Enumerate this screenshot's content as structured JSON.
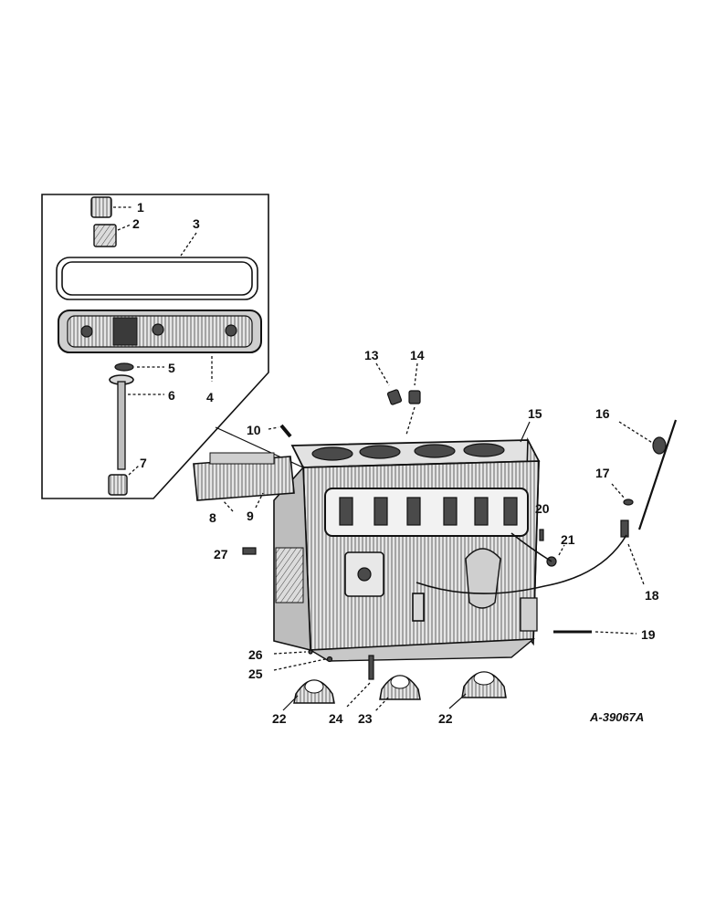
{
  "diagram": {
    "figure_id": "A-39067A",
    "callouts": [
      {
        "key": "c1",
        "text": "1"
      },
      {
        "key": "c2",
        "text": "2"
      },
      {
        "key": "c3",
        "text": "3"
      },
      {
        "key": "c4",
        "text": "4"
      },
      {
        "key": "c5",
        "text": "5"
      },
      {
        "key": "c6",
        "text": "6"
      },
      {
        "key": "c7",
        "text": "7"
      },
      {
        "key": "c8",
        "text": "8"
      },
      {
        "key": "c9",
        "text": "9"
      },
      {
        "key": "c10",
        "text": "10"
      },
      {
        "key": "c13",
        "text": "13"
      },
      {
        "key": "c14",
        "text": "14"
      },
      {
        "key": "c15",
        "text": "15"
      },
      {
        "key": "c16",
        "text": "16"
      },
      {
        "key": "c17",
        "text": "17"
      },
      {
        "key": "c18",
        "text": "18"
      },
      {
        "key": "c19",
        "text": "19"
      },
      {
        "key": "c20",
        "text": "20"
      },
      {
        "key": "c21",
        "text": "21"
      },
      {
        "key": "c22a",
        "text": "22"
      },
      {
        "key": "c22b",
        "text": "22"
      },
      {
        "key": "c23",
        "text": "23"
      },
      {
        "key": "c24",
        "text": "24"
      },
      {
        "key": "c25",
        "text": "25"
      },
      {
        "key": "c26",
        "text": "26"
      },
      {
        "key": "c27",
        "text": "27"
      }
    ]
  }
}
